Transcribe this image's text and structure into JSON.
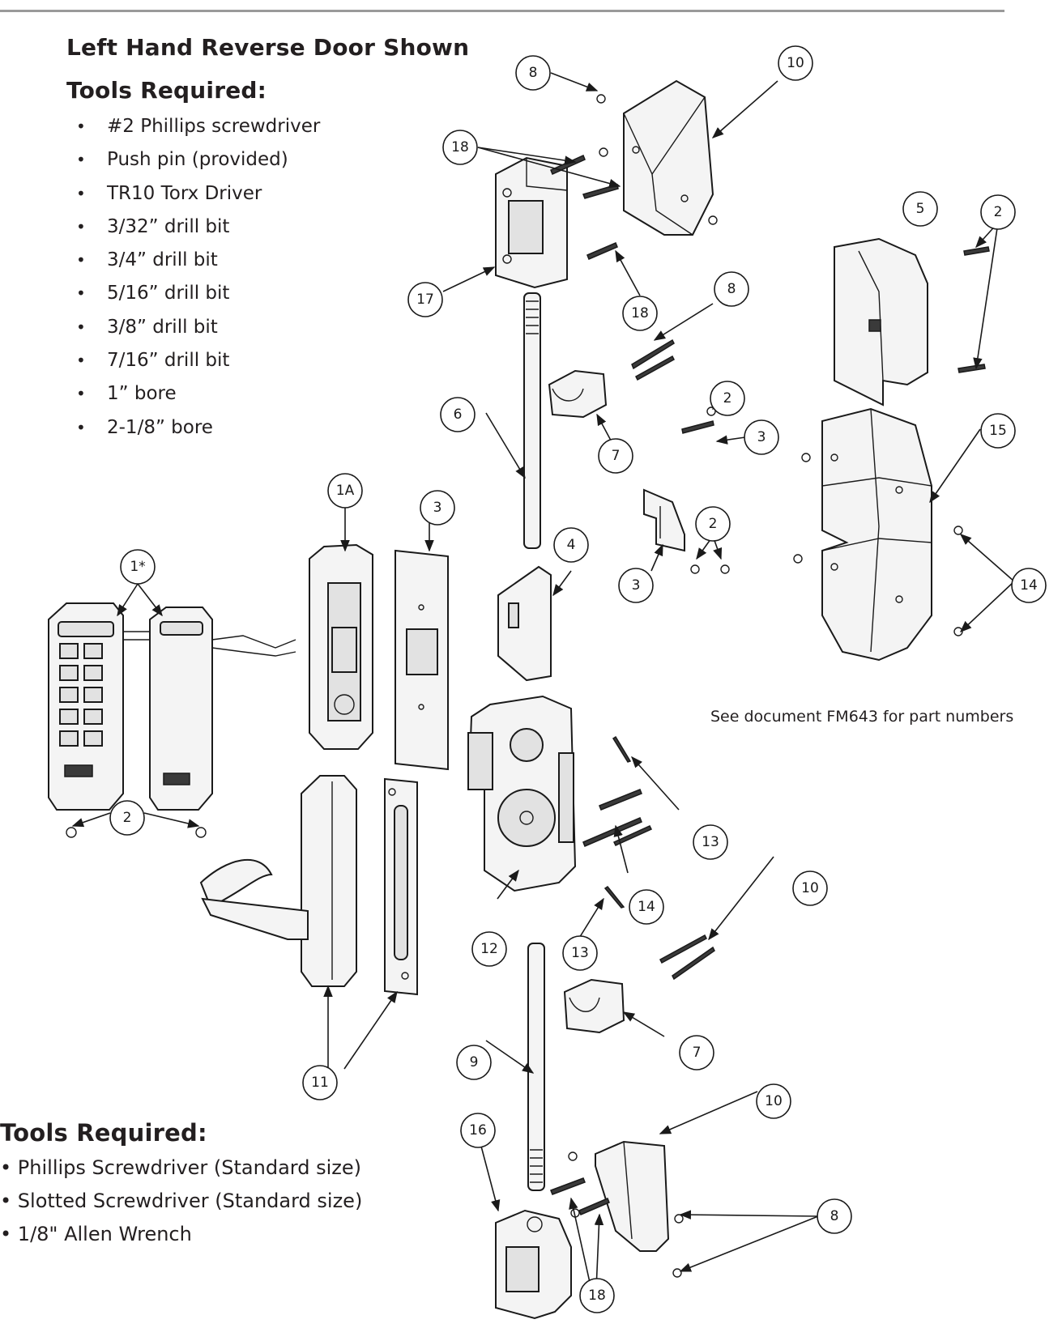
{
  "heading_door": "Left Hand Reverse Door Shown",
  "tools_title_1": "Tools Required:",
  "tools_1": [
    "#2 Phillips screwdriver",
    "Push pin (provided)",
    "TR10 Torx Driver",
    "3/32” drill bit",
    "3/4” drill bit",
    "5/16” drill bit",
    "3/8” drill bit",
    "7/16” drill bit",
    "1” bore",
    "2-1/8” bore"
  ],
  "tools_title_2": "Tools Required:",
  "tools_2": [
    "Phillips Screwdriver (Standard size)",
    "Slotted Screwdriver (Standard size)",
    "1/8\" Allen Wrench"
  ],
  "note": "See document FM643 for part numbers",
  "callouts": {
    "c8_top": "8",
    "c10_top": "10",
    "c18_top": "18",
    "c17": "17",
    "c18_mid": "18",
    "c5": "5",
    "c2_right": "2",
    "c8_mid": "8",
    "c6": "6",
    "c7_top": "7",
    "c2_mid": "2",
    "c3_mid": "3",
    "c15": "15",
    "c1A": "1A",
    "c3_plate": "3",
    "c4": "4",
    "c2_lower": "2",
    "c3_lower": "3",
    "c14_right": "14",
    "c1star": "1*",
    "c2_left": "2",
    "c13_upper": "13",
    "c14_mid": "14",
    "c10_mid": "10",
    "c12": "12",
    "c13_lower": "13",
    "c7_lower": "7",
    "c9": "9",
    "c11": "11",
    "c10_bot": "10",
    "c16": "16",
    "c8_bot": "8",
    "c18_bot": "18"
  }
}
